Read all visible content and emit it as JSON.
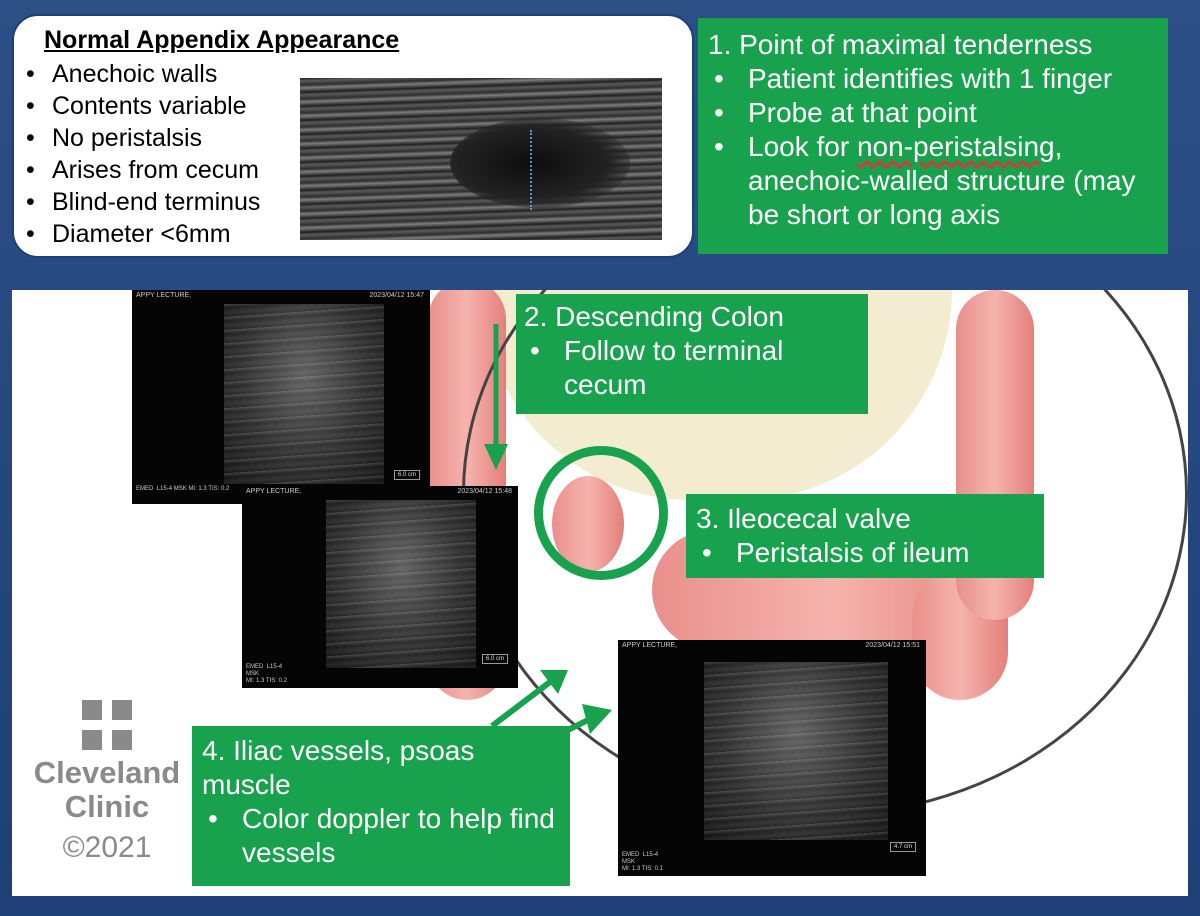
{
  "normal_appendix": {
    "title": "Normal Appendix Appearance",
    "items": [
      "Anechoic walls",
      "Contents variable",
      "No peristalsis",
      "Arises from cecum",
      "Blind-end terminus",
      "Diameter <6mm"
    ]
  },
  "step1": {
    "heading": "1. Point of maximal tenderness",
    "bullets": [
      "Patient identifies with 1 finger",
      "Probe at that point"
    ],
    "bullet3_part1": "Look for ",
    "bullet3_underlined": "non-peristalsing",
    "bullet3_part2": ", anechoic-walled structure (may be short or long axis"
  },
  "step2": {
    "heading": "2. Descending Colon",
    "bullets": [
      "Follow to terminal cecum"
    ]
  },
  "step3": {
    "heading": "3. Ileocecal valve",
    "bullets": [
      "Peristalsis of ileum"
    ]
  },
  "step4": {
    "heading": "4. Iliac vessels, psoas muscle",
    "bullets": [
      "Color doppler to help find vessels"
    ]
  },
  "ultrasound_screens": [
    {
      "header": "APPY LECTURE,",
      "date": "2023/04/12  15:47",
      "footer1": "L15-4",
      "footer2": "MSK",
      "footer3": "MI: 1.3  TIS: 0.2",
      "site": "EMED",
      "depth": "6.0 cm"
    },
    {
      "header": "APPY LECTURE,",
      "date": "2023/04/12  15:48",
      "footer1": "L15-4",
      "footer2": "MSK",
      "footer3": "MI: 1.3  TIS: 0.2",
      "site": "EMED",
      "depth": "6.0 cm"
    },
    {
      "header": "APPY LECTURE,",
      "date": "2023/04/12  15:51",
      "footer1": "L15-4",
      "footer2": "MSK",
      "footer3": "MI: 1.3  TIS: 0.1",
      "site": "EMED",
      "depth": "4.7 cm"
    }
  ],
  "logo": {
    "line1": "Cleveland",
    "line2": "Clinic",
    "line3": "©2021"
  },
  "colors": {
    "background": "#24457e",
    "callout_green": "#18a24d",
    "colon_pink": "#f0a19c"
  }
}
